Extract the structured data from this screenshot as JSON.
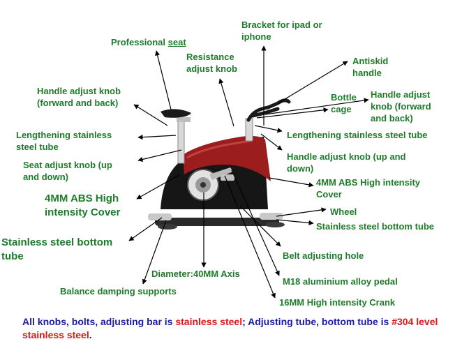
{
  "labels": {
    "bracket": [
      "Bracket for ipad or",
      "iphone"
    ],
    "seat_prefix": "Professional ",
    "seat_word": "seat",
    "resistance": [
      "Resistance",
      "adjust knob"
    ],
    "antiskid": [
      "Antiskid",
      "handle"
    ],
    "handle_knob_left": [
      "Handle adjust knob",
      "(forward and back)"
    ],
    "bottle": [
      "Bottle",
      "cage"
    ],
    "handle_knob_right": [
      "Handle adjust",
      "knob (forward",
      "and back)"
    ],
    "lengthening_left": [
      "Lengthening stainless",
      "steel tube"
    ],
    "lengthening_right": "Lengthening stainless steel tube",
    "seat_adjust": [
      "Seat adjust knob (up",
      "and down)"
    ],
    "handle_updown": [
      "Handle adjust knob (up and",
      "down)"
    ],
    "abs_left": [
      "4MM ABS High",
      "intensity Cover"
    ],
    "abs_right": [
      "4MM ABS High intensity",
      "Cover"
    ],
    "wheel": "Wheel",
    "ss_bottom_right": "Stainless steel bottom tube",
    "ss_bottom_left": [
      "Stainless steel bottom",
      "tube"
    ],
    "belt": "Belt adjusting hole",
    "diameter": "Diameter:40MM Axis",
    "pedal": "M18 aluminium alloy pedal",
    "balance": "Balance damping supports",
    "crank": "16MM High intensity Crank"
  },
  "caption": {
    "p1": "All knobs, bolts, adjusting bar is ",
    "r1": "stainless steel",
    "p2": "; Adjusting tube, bottom tube is ",
    "r2": "#304 level stainless steel",
    "p3": "."
  },
  "colors": {
    "label_green": "#1e7b2a",
    "caption_blue": "#1a1aa8",
    "caption_red": "#e01515",
    "cover_red": "#9c1d1d",
    "frame_black": "#141414"
  }
}
